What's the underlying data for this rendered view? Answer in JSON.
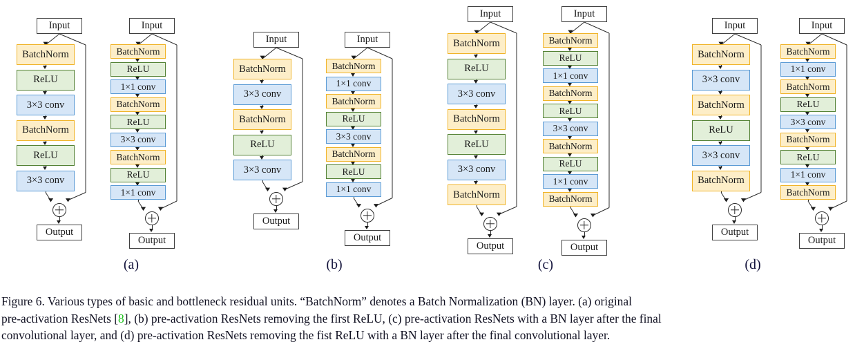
{
  "figure": {
    "number": "Figure 6.",
    "caption_lines": [
      "Figure 6. Various types of basic and bottleneck residual units.  “BatchNorm” denotes a Batch Normalization (BN) layer.  (a) original",
      "pre-activation ResNets [8], (b) pre-activation ResNets removing the first ReLU, (c) pre-activation ResNets with a BN layer after the final",
      "convolutional layer, and (d) pre-activation ResNets removing the fist ReLU with a BN layer after the final convolutional layer."
    ],
    "caption_line1_a": "Figure 6. Various types of basic and bottleneck residual units.  “BatchNorm” denotes a Batch Normalization (BN) layer.  (a) original",
    "caption_line2_a": "pre-activation ResNets [",
    "caption_line2_cite": "8",
    "caption_line2_b": "], (b) pre-activation ResNets removing the first ReLU, (c) pre-activation ResNets with a BN layer after the final",
    "caption_line3": "convolutional layer, and (d) pre-activation ResNets removing the fist ReLU with a BN layer after the final convolutional layer."
  },
  "colors": {
    "batchnorm_fill": "#fdeec8",
    "batchnorm_border": "#f0b429",
    "relu_fill": "#e2efd9",
    "relu_border": "#548235",
    "conv_fill": "#d6e6f7",
    "conv_border": "#5b9bd5",
    "io_fill": "#ffffff",
    "io_border": "#3f3f3f",
    "line": "#2b2b2b",
    "citation": "#18c018",
    "label_text": "#14143c"
  },
  "labels": {
    "input": "Input",
    "output": "Output",
    "batchnorm": "BatchNorm",
    "relu": "ReLU",
    "conv1x1": "1×1 conv",
    "conv3x3": "3×3 conv",
    "add": "+"
  },
  "panels": [
    {
      "id": "a",
      "letter": "(a)",
      "description": "original pre-activation ResNets",
      "columns": [
        {
          "id": "a-basic",
          "type": "basic",
          "input": "Input",
          "output": "Output",
          "blocks": [
            "BatchNorm",
            "ReLU",
            "3×3 conv",
            "BatchNorm",
            "ReLU",
            "3×3 conv"
          ]
        },
        {
          "id": "a-bottleneck",
          "type": "bottleneck",
          "input": "Input",
          "output": "Output",
          "blocks": [
            "BatchNorm",
            "ReLU",
            "1×1 conv",
            "BatchNorm",
            "ReLU",
            "3×3 conv",
            "BatchNorm",
            "ReLU",
            "1×1 conv"
          ]
        }
      ]
    },
    {
      "id": "b",
      "letter": "(b)",
      "description": "pre-activation ResNets removing the first ReLU",
      "columns": [
        {
          "id": "b-basic",
          "type": "basic",
          "input": "Input",
          "output": "Output",
          "blocks": [
            "BatchNorm",
            "3×3 conv",
            "BatchNorm",
            "ReLU",
            "3×3 conv"
          ]
        },
        {
          "id": "b-bottleneck",
          "type": "bottleneck",
          "input": "Input",
          "output": "Output",
          "blocks": [
            "BatchNorm",
            "1×1 conv",
            "BatchNorm",
            "ReLU",
            "3×3 conv",
            "BatchNorm",
            "ReLU",
            "1×1 conv"
          ]
        }
      ]
    },
    {
      "id": "c",
      "letter": "(c)",
      "description": "pre-activation ResNets with a BN layer after the final convolutional layer",
      "columns": [
        {
          "id": "c-basic",
          "type": "basic",
          "input": "Input",
          "output": "Output",
          "blocks": [
            "BatchNorm",
            "ReLU",
            "3×3 conv",
            "BatchNorm",
            "ReLU",
            "3×3 conv",
            "BatchNorm"
          ]
        },
        {
          "id": "c-bottleneck",
          "type": "bottleneck",
          "input": "Input",
          "output": "Output",
          "blocks": [
            "BatchNorm",
            "ReLU",
            "1×1 conv",
            "BatchNorm",
            "ReLU",
            "3×3 conv",
            "BatchNorm",
            "ReLU",
            "1×1 conv",
            "BatchNorm"
          ]
        }
      ]
    },
    {
      "id": "d",
      "letter": "(d)",
      "description": "pre-activation ResNets removing the fist ReLU with a BN layer after the final convolutional layer",
      "columns": [
        {
          "id": "d-basic",
          "type": "basic",
          "input": "Input",
          "output": "Output",
          "blocks": [
            "BatchNorm",
            "3×3 conv",
            "BatchNorm",
            "ReLU",
            "3×3 conv",
            "BatchNorm"
          ]
        },
        {
          "id": "d-bottleneck",
          "type": "bottleneck",
          "input": "Input",
          "output": "Output",
          "blocks": [
            "BatchNorm",
            "1×1 conv",
            "BatchNorm",
            "ReLU",
            "3×3 conv",
            "BatchNorm",
            "ReLU",
            "1×1 conv",
            "BatchNorm"
          ]
        }
      ]
    }
  ]
}
